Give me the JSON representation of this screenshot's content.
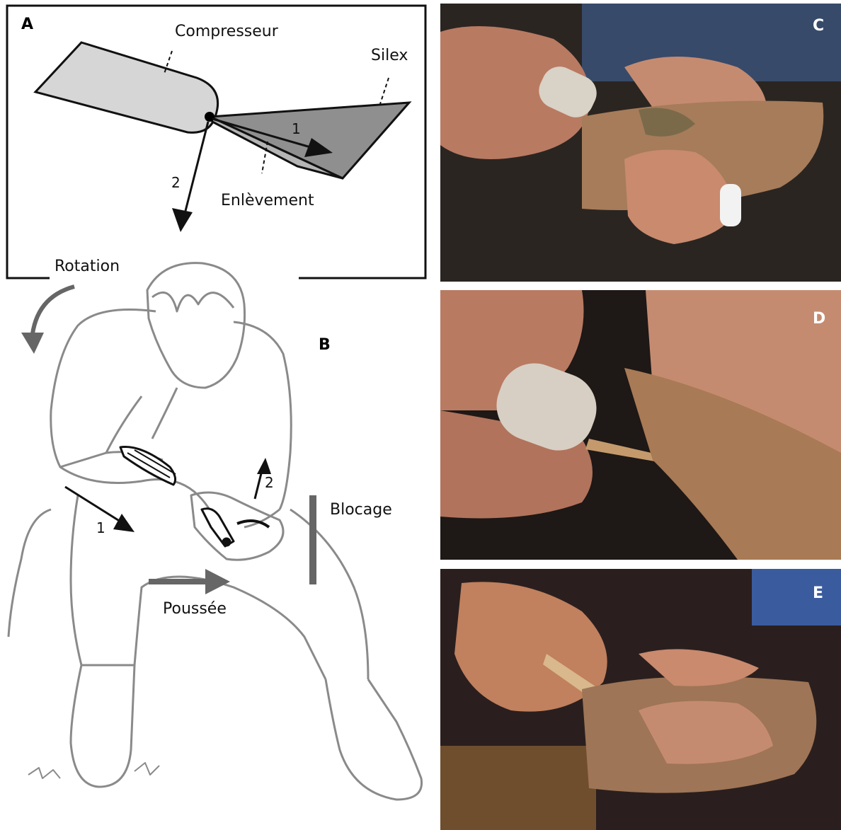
{
  "panel_a": {
    "label": "A",
    "compresseur": "Compresseur",
    "silex": "Silex",
    "enlevement": "Enlèvement",
    "arrow1": "1",
    "arrow2": "2"
  },
  "panel_b": {
    "label": "B",
    "rotation": "Rotation",
    "blocage": "Blocage",
    "poussee": "Poussée",
    "arrow1": "1",
    "arrow2": "2"
  },
  "photos": [
    {
      "label": "C",
      "subject": "hand-holding-pressure-flaker-and-flint-on-leather-pad"
    },
    {
      "label": "D",
      "subject": "close-up-of-pressure-flaker-tip-on-flint-edge"
    },
    {
      "label": "E",
      "subject": "pressure-flaking-seen-from-side"
    }
  ],
  "colors": {
    "compresseur_fill": "#d6d6d6",
    "silex_fill": "#8f8f8f",
    "enlevement_fill": "#b5b5b5",
    "drawing_stroke": "#8a8a8a",
    "photo_bg": "#2a2420",
    "skin": "#c98a6e",
    "leather": "#a67c5a"
  }
}
